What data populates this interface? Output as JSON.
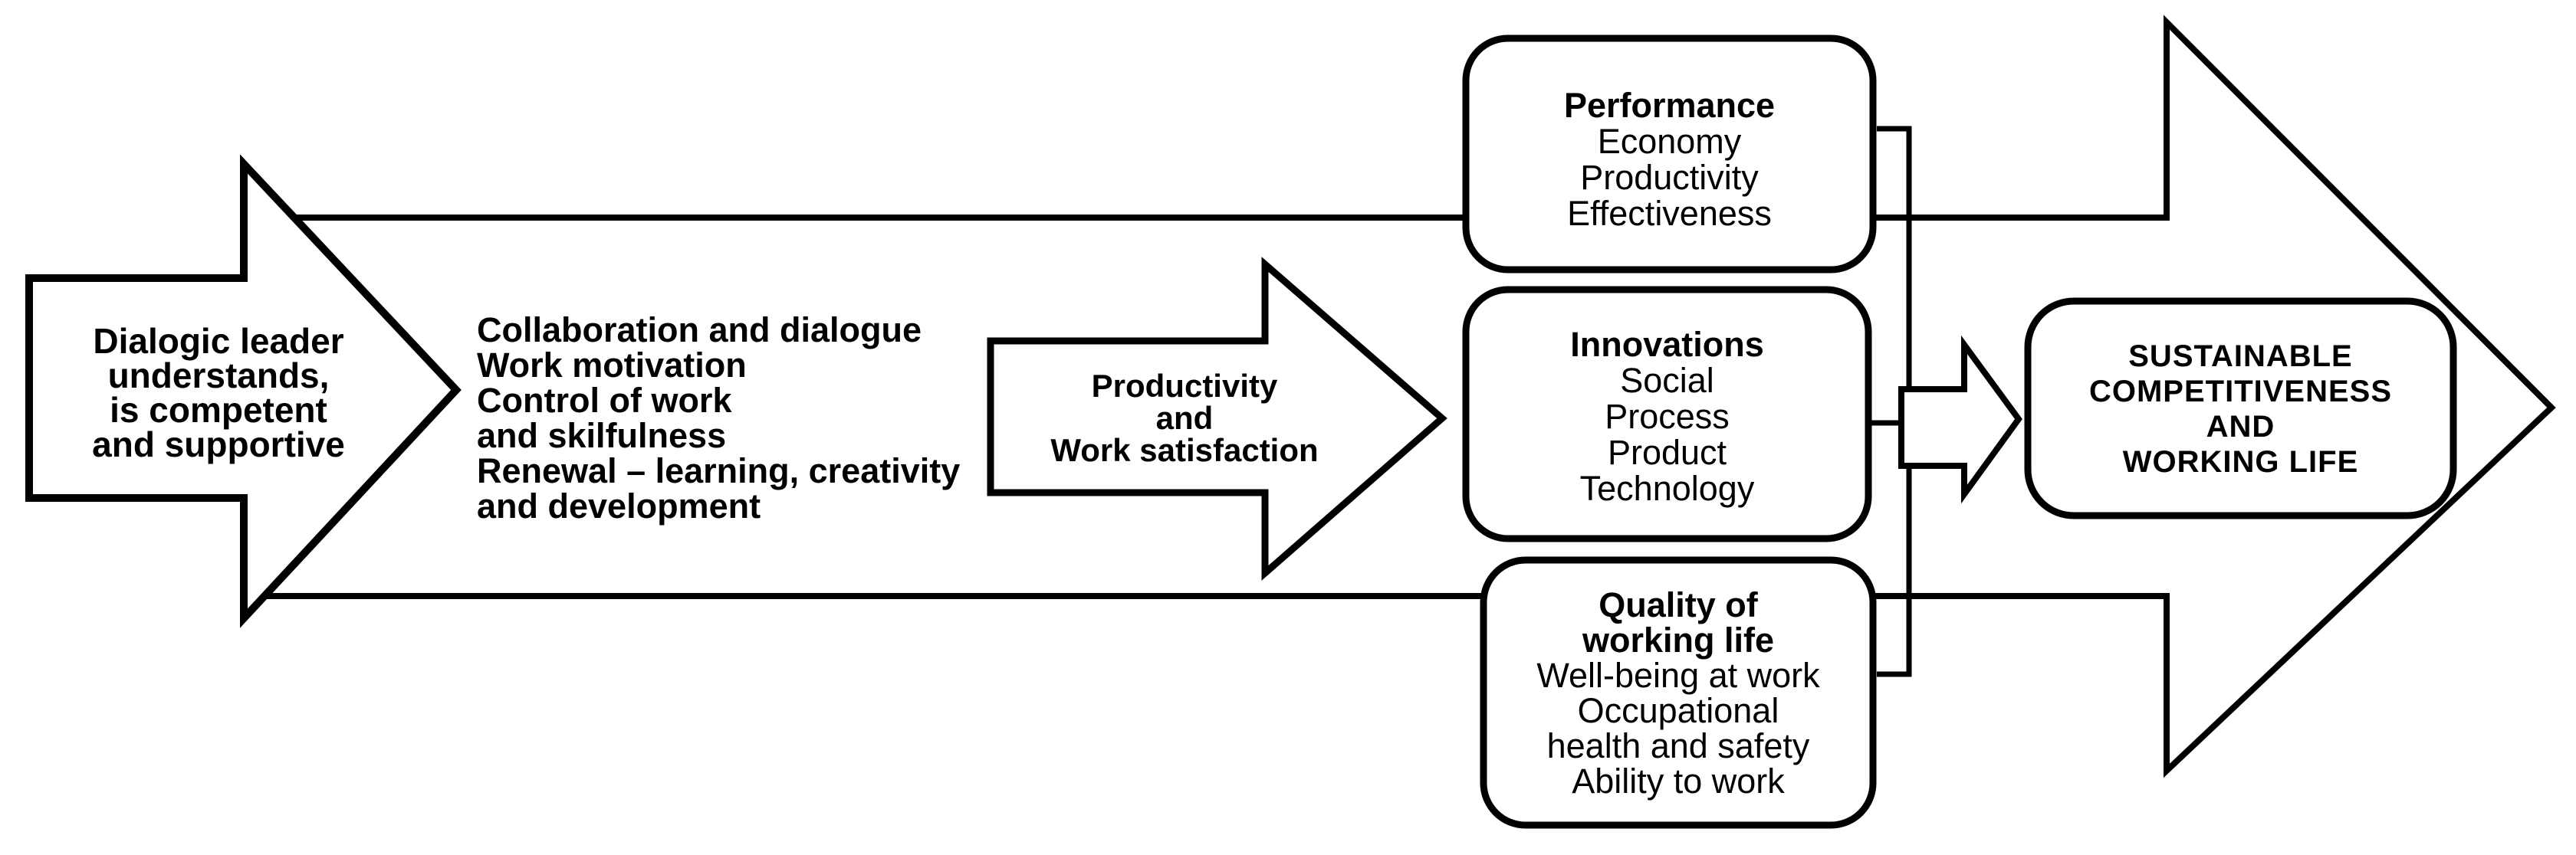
{
  "colors": {
    "stroke": "#000000",
    "shape_fill": "#ffffff",
    "text": "#000000",
    "background": "#ffffff"
  },
  "leader_arrow": {
    "lines": [
      "Dialogic leader",
      "understands,",
      "is competent",
      "and supportive"
    ]
  },
  "main_arrow": {
    "lines": [
      "Collaboration and dialogue",
      "Work motivation",
      "Control of work",
      "and skilfulness",
      "Renewal – learning, creativity",
      "and development"
    ]
  },
  "mid_arrow": {
    "lines": [
      "Productivity",
      "and",
      "Work satisfaction"
    ]
  },
  "performance_box": {
    "title": "Performance",
    "items": [
      "Economy",
      "Productivity",
      "Effectiveness"
    ]
  },
  "innovations_box": {
    "title": "Innovations",
    "items": [
      "Social",
      "Process",
      "Product",
      "Technology"
    ]
  },
  "quality_box": {
    "title_line1": "Quality of",
    "title_line2": "working life",
    "items": [
      "Well-being at work",
      "Occupational",
      "health and safety",
      "Ability to work"
    ]
  },
  "outcome_box": {
    "lines": [
      "SUSTAINABLE",
      "COMPETITIVENESS",
      "AND",
      "WORKING LIFE"
    ]
  }
}
